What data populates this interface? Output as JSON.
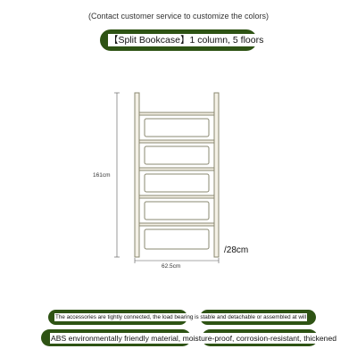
{
  "header": {
    "note": "(Contact customer service to customize the colors)",
    "title": "【Split Bookcase】1 column, 5 floors"
  },
  "product": {
    "height_label": "161cm",
    "width_label": "62.5cm",
    "depth_label": "/28cm"
  },
  "features": {
    "accessories": "The accessories are tightly connected, the load bearing is stable and detachable or assembled at will",
    "material": "ABS environmentally friendly material, moisture-proof, corrosion-resistant, thickened"
  },
  "colors": {
    "pill": "#2e5314",
    "frame": "#f4f1e6",
    "frame_stroke": "#8a8870"
  }
}
